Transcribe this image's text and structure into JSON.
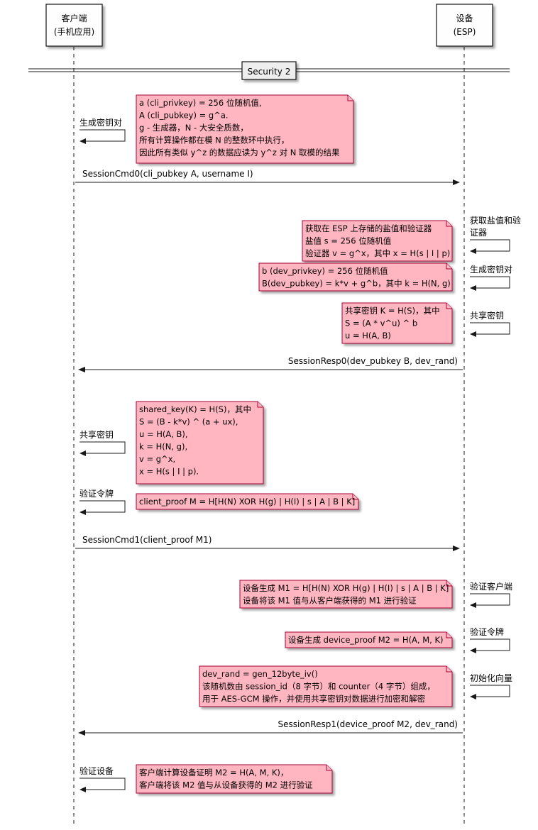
{
  "participants": {
    "client": {
      "line1": "客户端",
      "line2": "(手机应用)"
    },
    "device": {
      "line1": "设备",
      "line2": "(ESP)"
    }
  },
  "divider": {
    "label": "Security 2"
  },
  "colors": {
    "note_fill": "#FFB6C1",
    "note_stroke": "#A80036",
    "line": "#181818",
    "lifeline": "#181818"
  },
  "steps": {
    "client_gen_keypair": "生成密钥对",
    "device_get_salt_line1": "获取盐值和验",
    "device_get_salt_line2": "证器",
    "device_gen_keypair": "生成密钥对",
    "device_shared_key": "共享密钥",
    "client_shared_key": "共享密钥",
    "client_verify_token": "验证令牌",
    "device_verify_client": "验证客户端",
    "device_verify_token": "验证令牌",
    "device_init_iv": "初始化向量",
    "client_verify_device": "验证设备"
  },
  "messages": {
    "cmd0": "SessionCmd0(cli_pubkey A, username I)",
    "resp0": "SessionResp0(dev_pubkey B, dev_rand)",
    "cmd1": "SessionCmd1(client_proof M1)",
    "resp1": "SessionResp1(device_proof M2, dev_rand)"
  },
  "notes": {
    "client_keypair": [
      "a (cli_privkey) = 256 位随机值,",
      "A (cli_pubkey) = g^a.",
      "g - 生成器，N - 大安全质数，",
      "所有计算操作都在模 N 的整数环中执行，",
      "因此所有类似 y^z 的数据应读为 y^z 对 N 取模的结果"
    ],
    "device_salt": [
      "获取在 ESP 上存储的盐值和验证器",
      "盐值 s = 256 位随机值",
      "验证器 v = g^x，其中 x = H(s | I | p)"
    ],
    "device_keypair": [
      "b (dev_privkey) = 256 位随机值",
      "B(dev_pubkey) = k*v + g^b，其中 k = H(N, g)"
    ],
    "device_shared": [
      "共享密钥 K = H(S)，其中",
      "S = (A * v^u) ^ b",
      "u = H(A, B)"
    ],
    "client_shared": [
      "shared_key(K) = H(S)，其中",
      "S = (B - k*v) ^ (a + ux),",
      "u = H(A, B),",
      "k = H(N, g),",
      "v = g^x,",
      "x = H(s | I | p)."
    ],
    "client_proof": [
      "client_proof M =  H[H(N) XOR H(g) | H(I) | s | A | B | K]"
    ],
    "device_m1": [
      "设备生成 M1 =  H[H(N) XOR H(g) | H(I) | s | A | B | K]",
      "设备将该 M1 值与从客户端获得的 M1 进行验证"
    ],
    "device_m2": [
      "设备生成 device_proof M2 = H(A, M, K)"
    ],
    "device_rand": [
      "dev_rand = gen_12byte_iv()",
      "该随机数由 session_id（8 字节）和 counter（4 字节）组成，",
      "用于 AES-GCM 操作，并使用共享密钥对数据进行加密和解密"
    ],
    "client_m2": [
      "客户端计算设备证明 M2 = H(A, M, K)，",
      "客户端将该 M2 值与从设备获得的 M2 进行验证"
    ]
  }
}
